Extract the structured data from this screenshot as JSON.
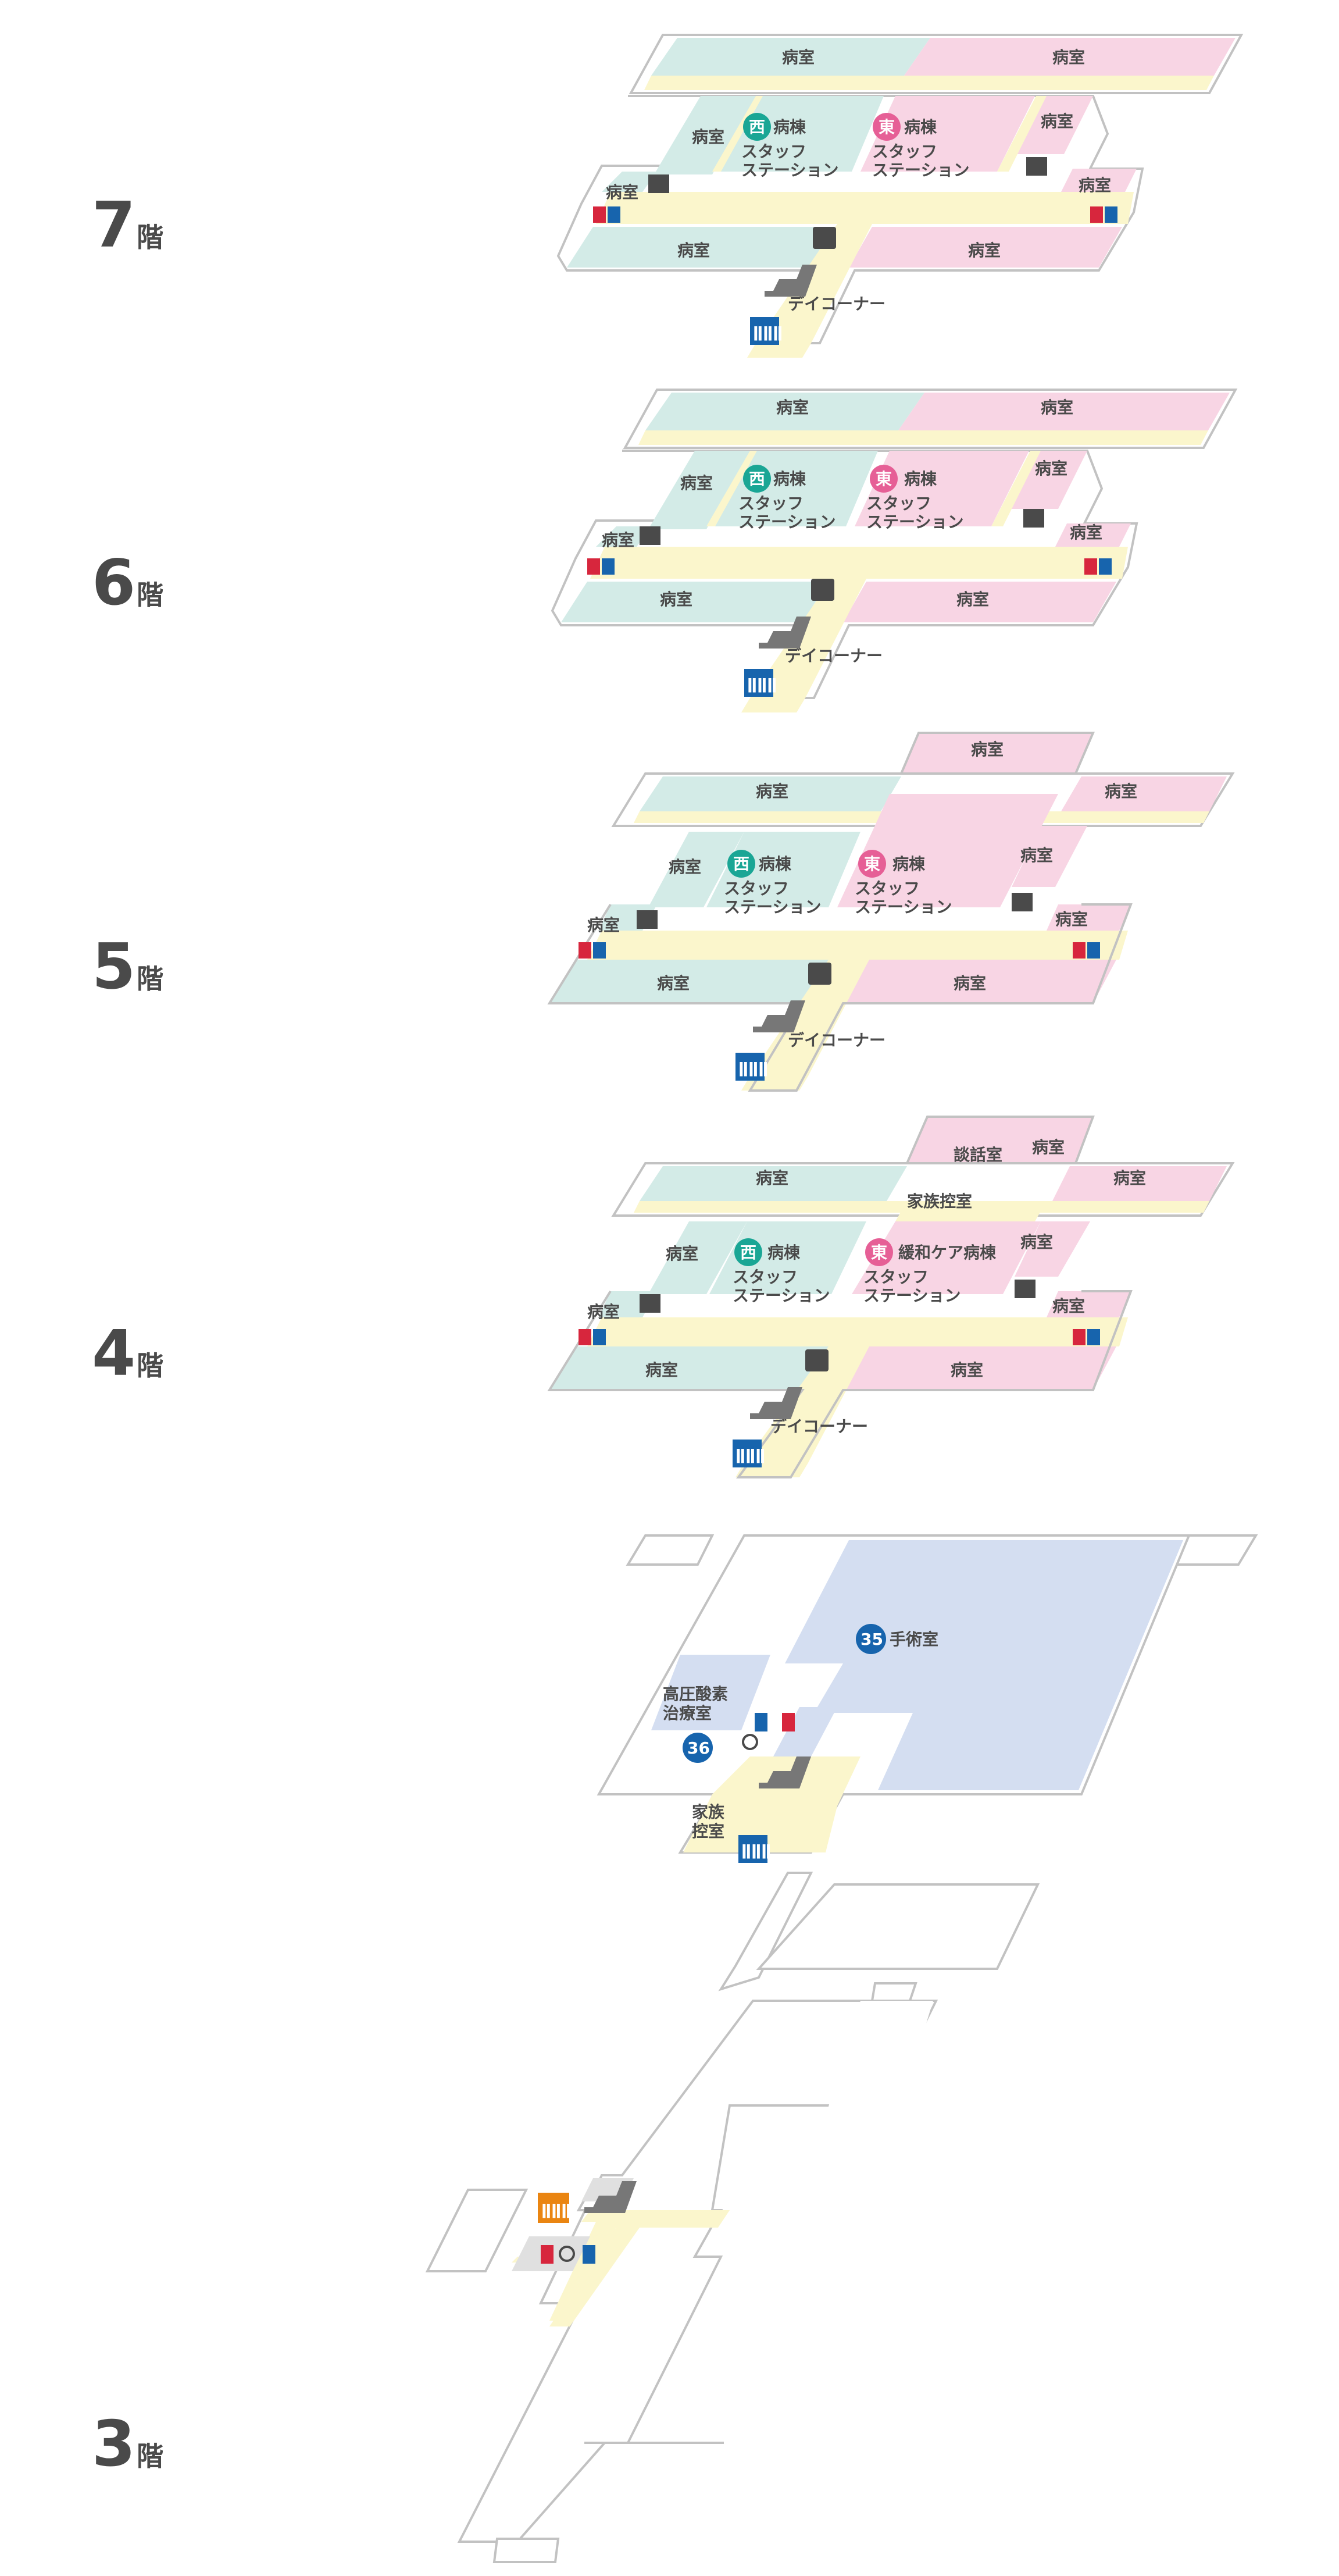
{
  "floors": [
    {
      "id": "7",
      "label_num": "7",
      "label_suffix": "階"
    },
    {
      "id": "6",
      "label_num": "6",
      "label_suffix": "階"
    },
    {
      "id": "5",
      "label_num": "5",
      "label_suffix": "階"
    },
    {
      "id": "4",
      "label_num": "4",
      "label_suffix": "階"
    },
    {
      "id": "3",
      "label_num": "3",
      "label_suffix": "階"
    }
  ],
  "labels": {
    "ward_room": "病室",
    "west_badge": "西",
    "east_badge": "東",
    "ward": "病棟",
    "staff_1": "スタッフ",
    "staff_2": "ステーション",
    "day_corner": "デイコーナー",
    "palliative_ward": "緩和ケア病棟",
    "talk_room": "談話室",
    "family_room": "家族控室",
    "surgery_num": "35",
    "surgery": "手術室",
    "hbo_num": "36",
    "hbo_1": "高圧酸素",
    "hbo_2": "治療室",
    "family_1": "家族",
    "family_2": "控室"
  },
  "colors": {
    "west_ward": "#d3ebe7",
    "east_ward": "#f8d5e4",
    "corridor": "#fbf6cc",
    "surgery_area": "#d4def1",
    "outline": "#c2c2c2",
    "west_badge": "#1aa695",
    "east_badge": "#e65f96",
    "circle_badge": "#1764ad",
    "elevator": "#1764ad",
    "elevator_3f": "#ea8511",
    "text": "#4a4a4a",
    "floor_label": "#4a4a4a"
  },
  "icons": [
    "elevator-icon",
    "stairs-icon",
    "phone-icon",
    "toilet-icon",
    "accessible-toilet-icon",
    "vending-icon"
  ]
}
